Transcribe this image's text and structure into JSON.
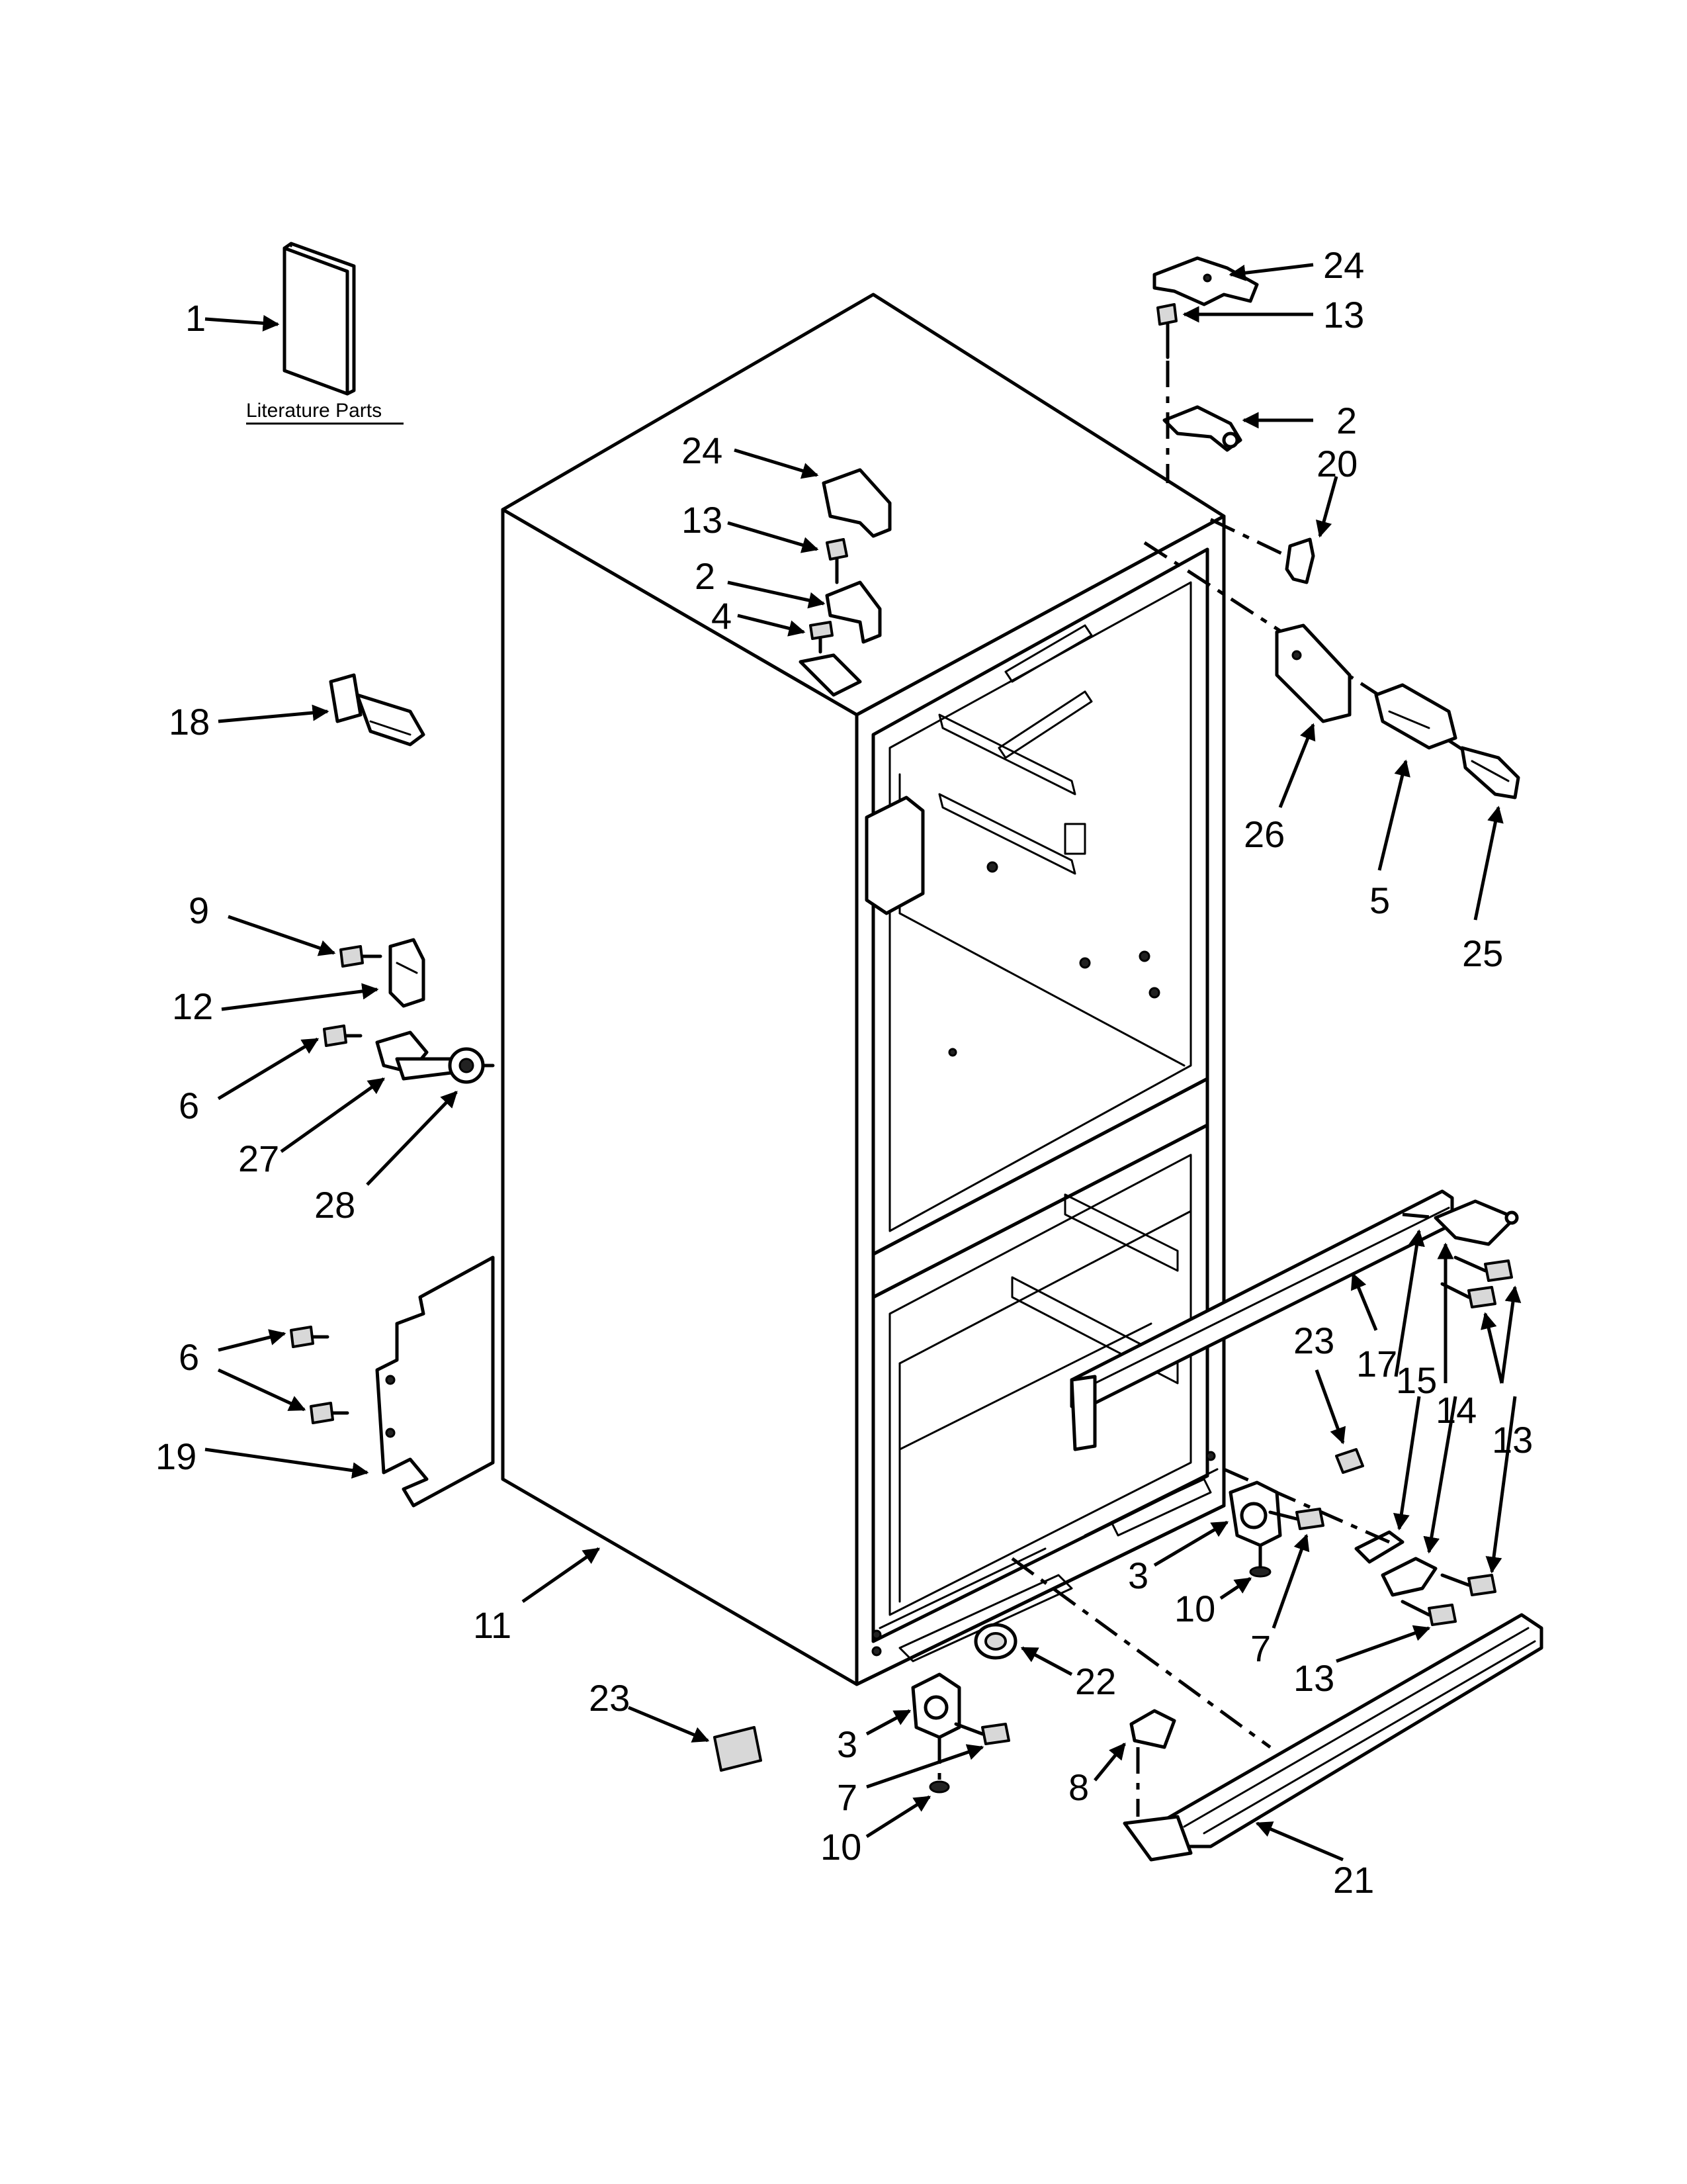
{
  "diagram": {
    "literature_label": "Literature Parts",
    "callouts": [
      {
        "id": "c-1",
        "label": "1"
      },
      {
        "id": "c-24-right",
        "label": "24"
      },
      {
        "id": "c-13-right",
        "label": "13"
      },
      {
        "id": "c-2-right",
        "label": "2"
      },
      {
        "id": "c-20",
        "label": "20"
      },
      {
        "id": "c-24-left",
        "label": "24"
      },
      {
        "id": "c-13-left",
        "label": "13"
      },
      {
        "id": "c-2-left",
        "label": "2"
      },
      {
        "id": "c-4",
        "label": "4"
      },
      {
        "id": "c-18",
        "label": "18"
      },
      {
        "id": "c-26",
        "label": "26"
      },
      {
        "id": "c-5",
        "label": "5"
      },
      {
        "id": "c-25",
        "label": "25"
      },
      {
        "id": "c-9",
        "label": "9"
      },
      {
        "id": "c-12",
        "label": "12"
      },
      {
        "id": "c-6-upper",
        "label": "6"
      },
      {
        "id": "c-27",
        "label": "27"
      },
      {
        "id": "c-28",
        "label": "28"
      },
      {
        "id": "c-6-lower",
        "label": "6"
      },
      {
        "id": "c-19",
        "label": "19"
      },
      {
        "id": "c-23-right",
        "label": "23"
      },
      {
        "id": "c-17",
        "label": "17"
      },
      {
        "id": "c-15",
        "label": "15"
      },
      {
        "id": "c-14",
        "label": "14"
      },
      {
        "id": "c-13-bracket",
        "label": "13"
      },
      {
        "id": "c-3-right",
        "label": "3"
      },
      {
        "id": "c-10-right",
        "label": "10"
      },
      {
        "id": "c-7-right",
        "label": "7"
      },
      {
        "id": "c-13-lower",
        "label": "13"
      },
      {
        "id": "c-11",
        "label": "11"
      },
      {
        "id": "c-22",
        "label": "22"
      },
      {
        "id": "c-23-left",
        "label": "23"
      },
      {
        "id": "c-3-left",
        "label": "3"
      },
      {
        "id": "c-7-left",
        "label": "7"
      },
      {
        "id": "c-10-left",
        "label": "10"
      },
      {
        "id": "c-8",
        "label": "8"
      },
      {
        "id": "c-21",
        "label": "21"
      }
    ]
  }
}
